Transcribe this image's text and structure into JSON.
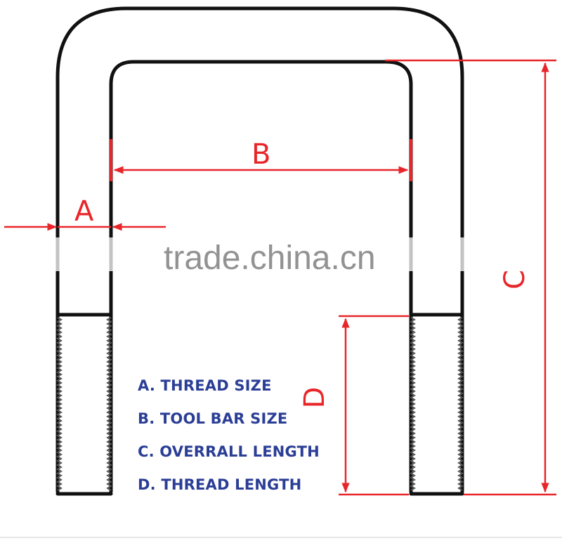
{
  "diagram": {
    "dimensions": {
      "a": "A",
      "b": "B",
      "c": "C",
      "d": "D"
    },
    "legend": [
      "A. THREAD SIZE",
      "B. TOOL BAR SIZE",
      "C. OVERRALL LENGTH",
      "D. THREAD LENGTH"
    ],
    "watermark": "trade.china.cn"
  },
  "colors": {
    "outline": "#111111",
    "dimension": "#e8262a",
    "legend_text": "#2b3e96",
    "watermark": "#7f7f7f"
  }
}
